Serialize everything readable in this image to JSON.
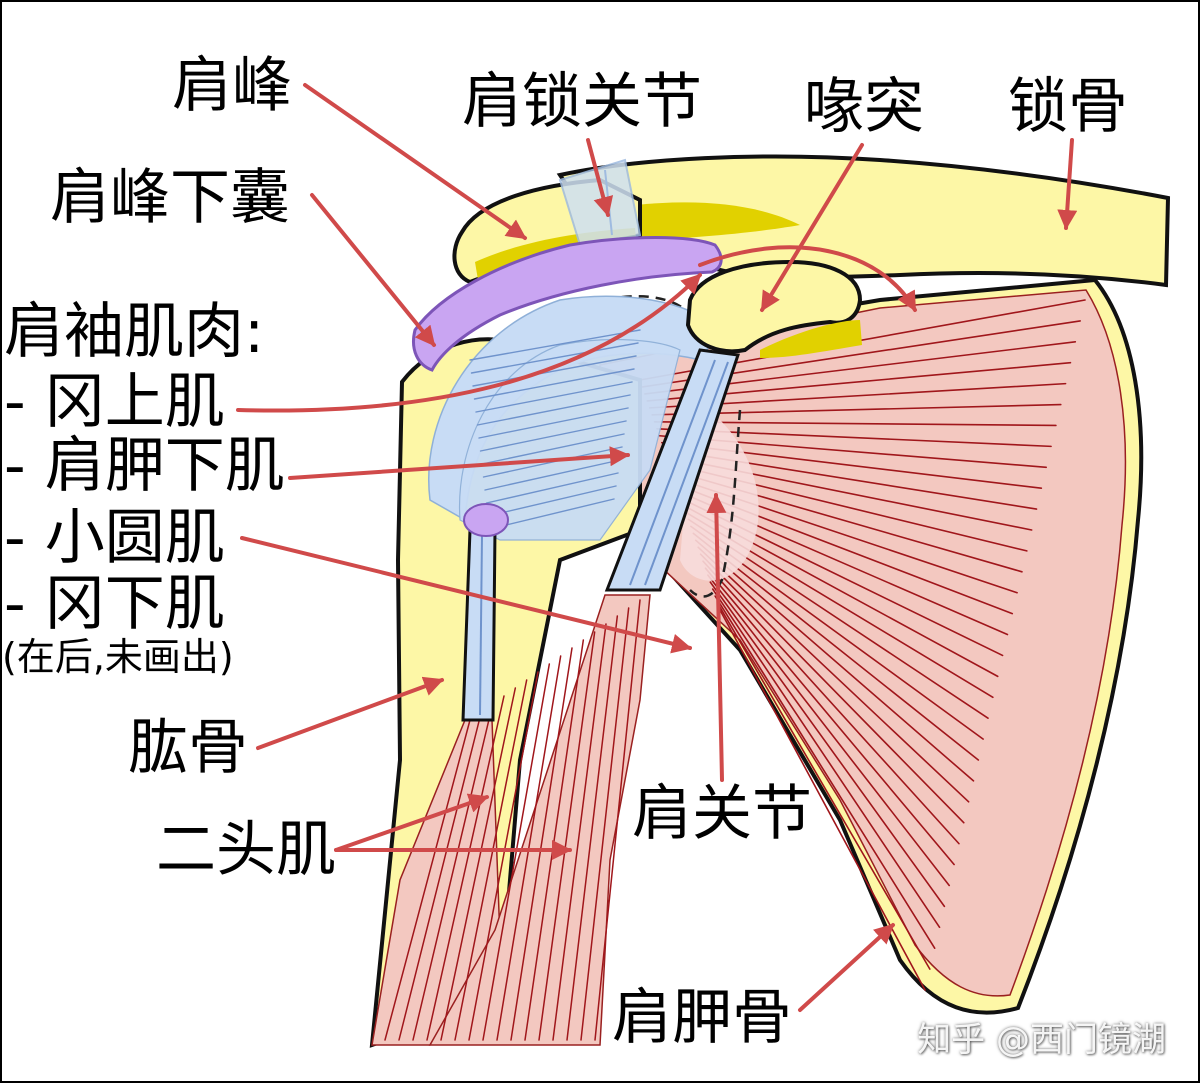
{
  "labels": {
    "acromion": "肩峰",
    "ac_joint": "肩锁关节",
    "coracoid": "喙突",
    "clavicle": "锁骨",
    "subacromial_bursa": "肩峰下囊",
    "rotator_cuff": "肩袖肌肉:",
    "supraspinatus": "- 冈上肌",
    "subscapularis": "- 肩胛下肌",
    "teres_minor": "- 小圆肌",
    "infraspinatus": "- 冈下肌",
    "infraspinatus_note": "(在后,未画出)",
    "humerus": "肱骨",
    "biceps": "二头肌",
    "shoulder_joint": "肩关节",
    "scapula": "肩胛骨"
  },
  "watermark": "知乎 @西门镜湖",
  "colors": {
    "bone": "#fdf7a6",
    "bone_edge": "#111111",
    "bone_shadow": "#e1d100",
    "bursa": "#c9a5f2",
    "tendon": "#c8dcf5",
    "tendon_line": "#6f93cc",
    "muscle": "#f3c8c0",
    "muscle_fiber": "#a0161b",
    "leader": "#d04a4a"
  }
}
